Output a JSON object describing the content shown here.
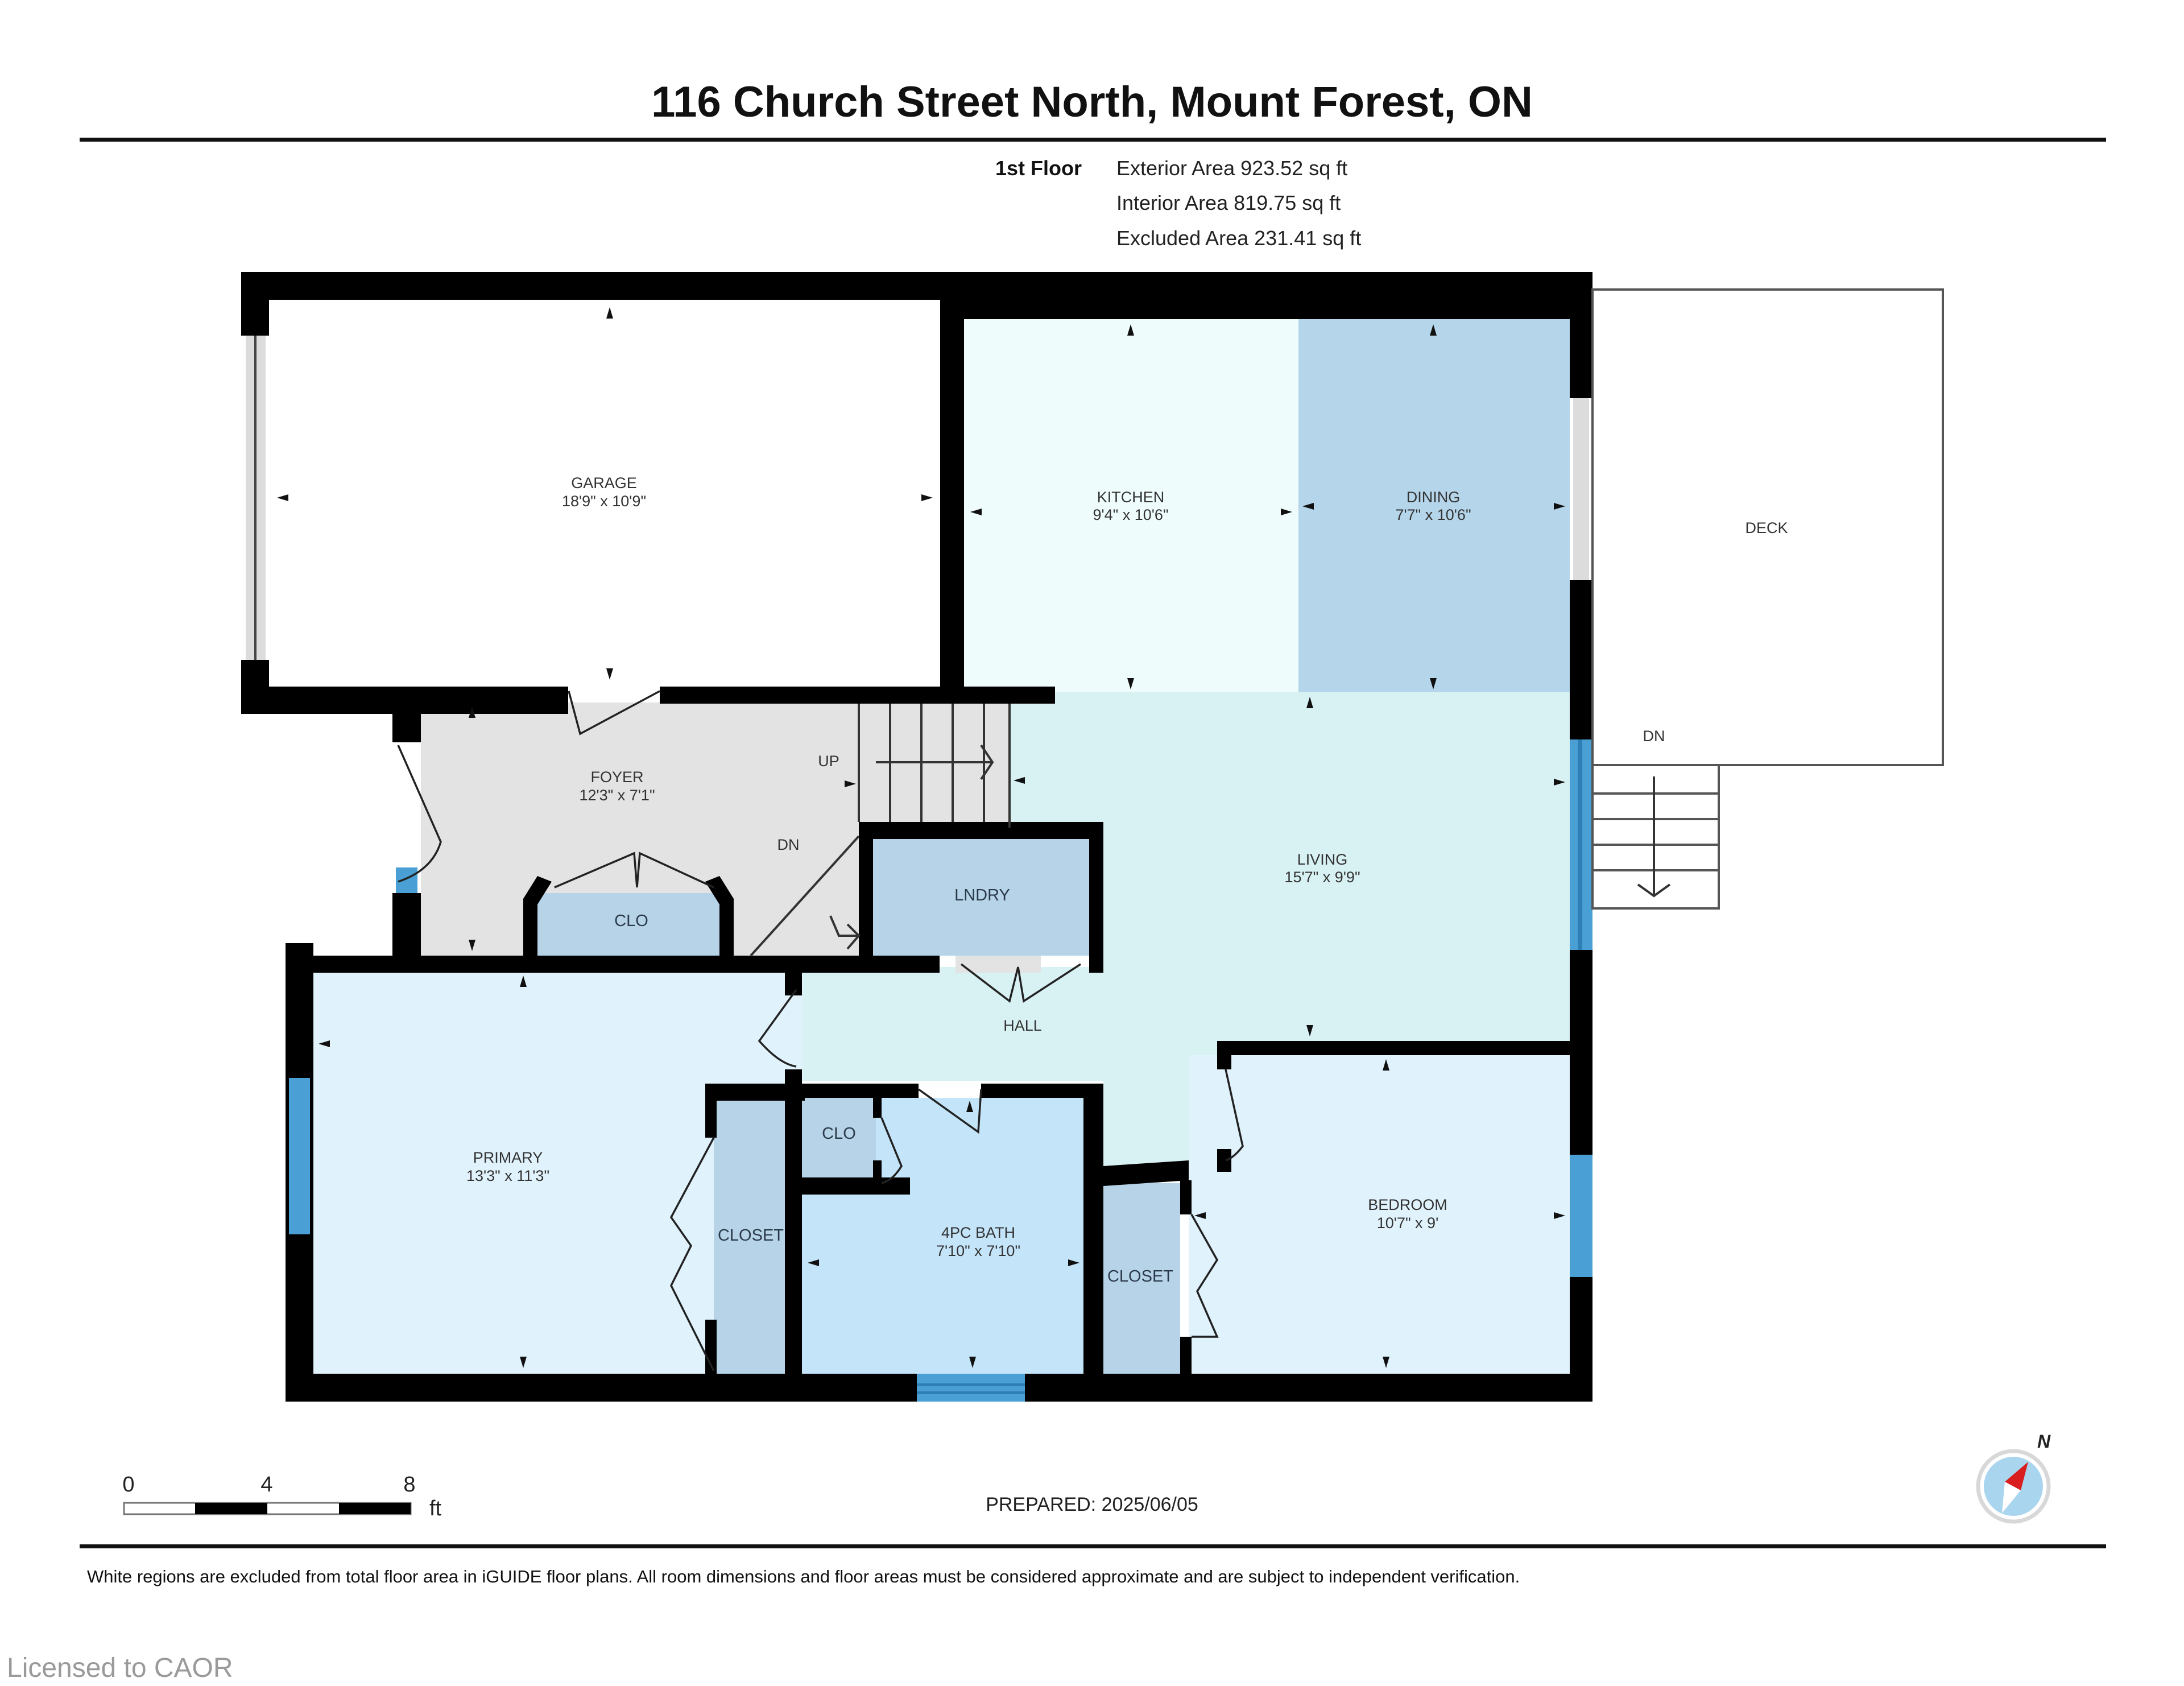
{
  "header": {
    "title": "116 Church Street North, Mount Forest, ON",
    "floor_label": "1st Floor",
    "exterior_area": "Exterior Area 923.52 sq ft",
    "interior_area": "Interior Area 819.75 sq ft",
    "excluded_area": "Excluded Area 231.41 sq ft"
  },
  "rooms": {
    "garage": {
      "name": "GARAGE",
      "dims": "18'9\" x 10'9\""
    },
    "kitchen": {
      "name": "KITCHEN",
      "dims": "9'4\" x 10'6\""
    },
    "dining": {
      "name": "DINING",
      "dims": "7'7\" x 10'6\""
    },
    "deck": {
      "name": "DECK"
    },
    "deck_stairs": {
      "label": "DN"
    },
    "foyer": {
      "name": "FOYER",
      "dims": "12'3\" x 7'1\""
    },
    "foyer_up": {
      "label": "UP"
    },
    "foyer_dn": {
      "label": "DN"
    },
    "foyer_closet": {
      "name": "CLO"
    },
    "laundry": {
      "name": "LNDRY"
    },
    "living": {
      "name": "LIVING",
      "dims": "15'7\" x 9'9\""
    },
    "hall": {
      "name": "HALL"
    },
    "primary": {
      "name": "PRIMARY",
      "dims": "13'3\" x 11'3\""
    },
    "primary_closet": {
      "name": "CLOSET"
    },
    "bath_closet": {
      "name": "CLO"
    },
    "bath": {
      "name": "4PC BATH",
      "dims": "7'10\" x 7'10\""
    },
    "bedroom_closet": {
      "name": "CLOSET"
    },
    "bedroom": {
      "name": "BEDROOM",
      "dims": "10'7\" x 9'"
    }
  },
  "scale_bar": {
    "tick_0": "0",
    "tick_4": "4",
    "tick_8": "8",
    "unit": "ft"
  },
  "prepared": "PREPARED: 2025/06/05",
  "compass": {
    "label": "N"
  },
  "disclaimer": "White regions are excluded from total floor area in iGUIDE floor plans. All room dimensions and floor areas must be considered approximate and are subject to independent verification.",
  "watermark": "Licensed to CAOR",
  "colors": {
    "wall": "#000000",
    "kitchen": "#eefcfb",
    "dining": "#b5d5ea",
    "living_hall": "#d8f1f3",
    "foyer": "#e3e3e3",
    "closet": "#b6d3e8",
    "primary_bedroom": "#e0f2fc",
    "bath": "#c4e4fa",
    "window": "#4aa0d5",
    "compass_needle": "#d81e1e"
  }
}
